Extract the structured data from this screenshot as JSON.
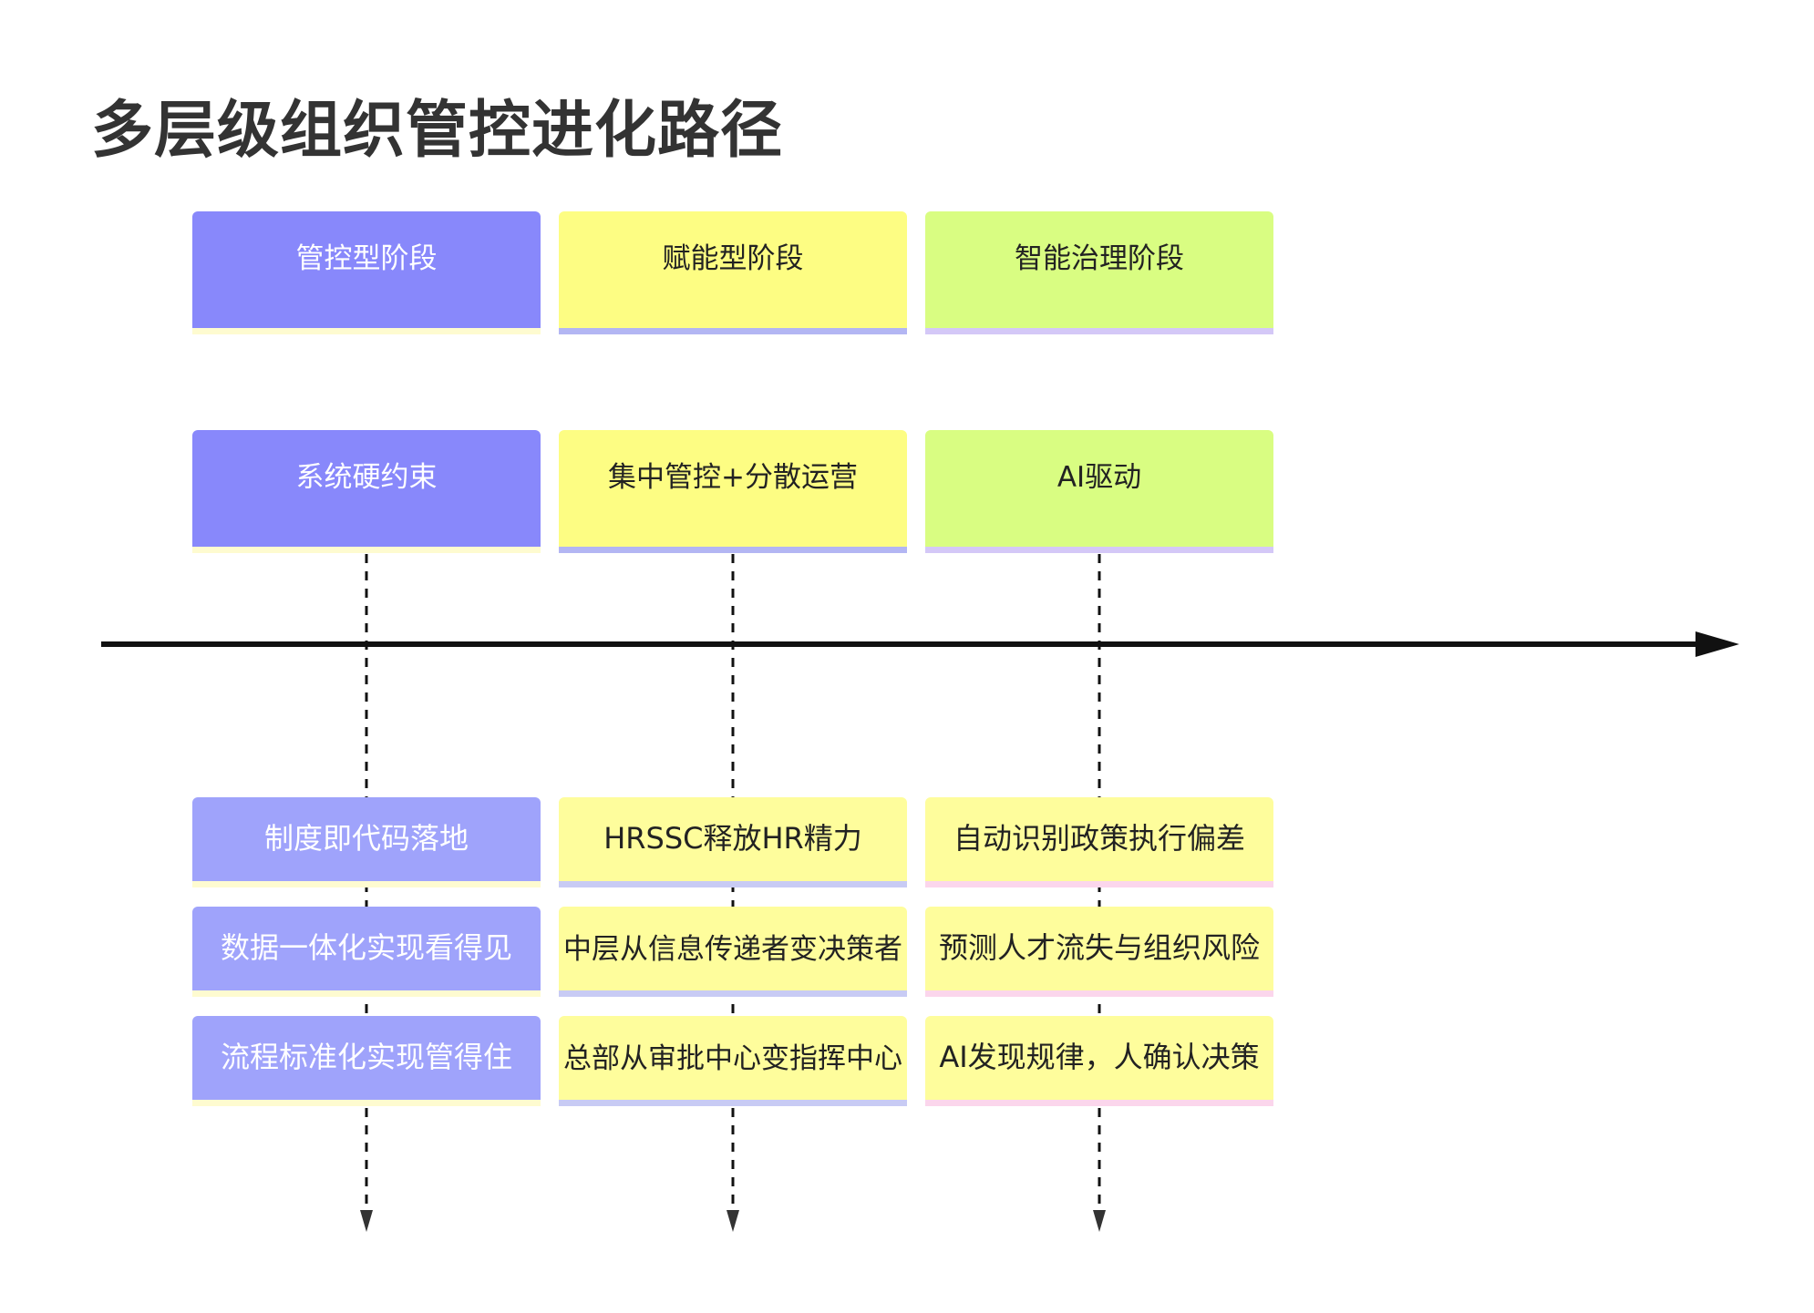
{
  "title": "多层级组织管控进化路径",
  "stages": [
    {
      "stage": "管控型阶段",
      "feature": "系统硬约束",
      "items": [
        "制度即代码落地",
        "数据一体化实现看得见",
        "流程标准化实现管得住"
      ]
    },
    {
      "stage": "赋能型阶段",
      "feature": "集中管控+分散运营",
      "items": [
        "HRSSC释放HR精力",
        "中层从信息传递者变决策者",
        "总部从审批中心变指挥中心"
      ]
    },
    {
      "stage": "智能治理阶段",
      "feature": "AI驱动",
      "items": [
        "自动识别政策执行偏差",
        "预测人才流失与组织风险",
        "AI发现规律，人确认决策"
      ]
    }
  ],
  "colors": {
    "stage1": "#8888fb",
    "stage1_items": "#9fa3fb",
    "stage2": "#fdfd83",
    "stage3": "#d9fd82",
    "items_light": "#fefd9c",
    "timeline": "#111111"
  }
}
